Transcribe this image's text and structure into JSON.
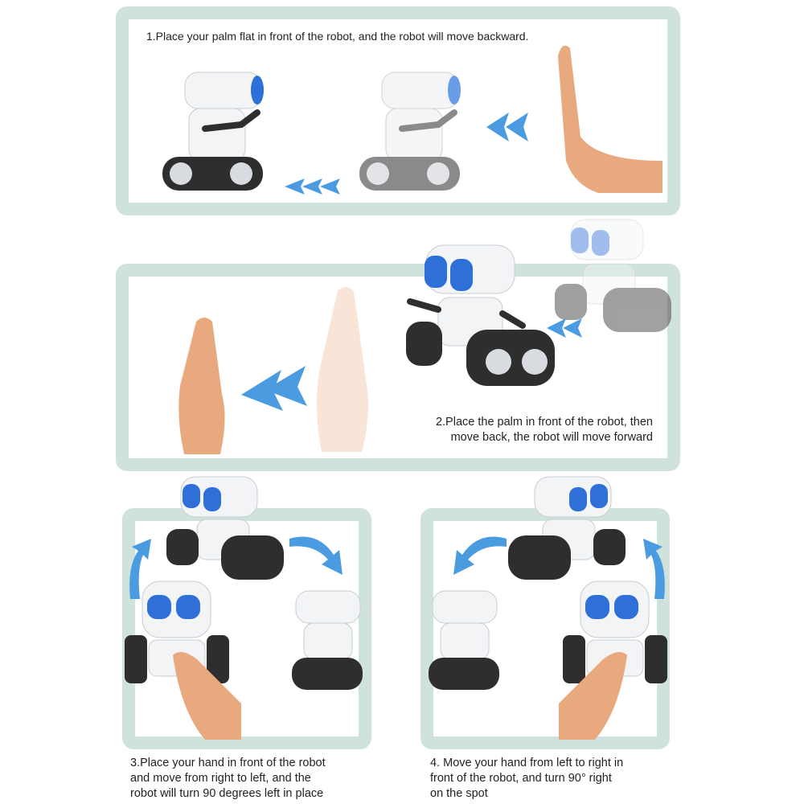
{
  "steps": {
    "step1": "1.Place your palm flat in front of the robot, and the robot will move backward.",
    "step2": "2.Place the palm in front of the robot, then\nmove back, the robot will move forward",
    "step3": "3.Place your hand in front of the robot\nand move from right to left, and the\nrobot will turn 90 degrees left in place",
    "step4": "4. Move your hand from left to right in\nfront of the robot, and turn 90° right\non the spot"
  },
  "colors": {
    "panel_border": "#cfe3dc",
    "arrow_blue": "#4a9be0",
    "robot_white": "#f2f4f6",
    "track_dark": "#2e2e2e",
    "eye_blue": "#2f6fd8",
    "skin": "#e8a97e"
  },
  "icons": [
    "robot-icon",
    "hand-icon",
    "left-arrow-icon",
    "curved-arrow-icon"
  ]
}
